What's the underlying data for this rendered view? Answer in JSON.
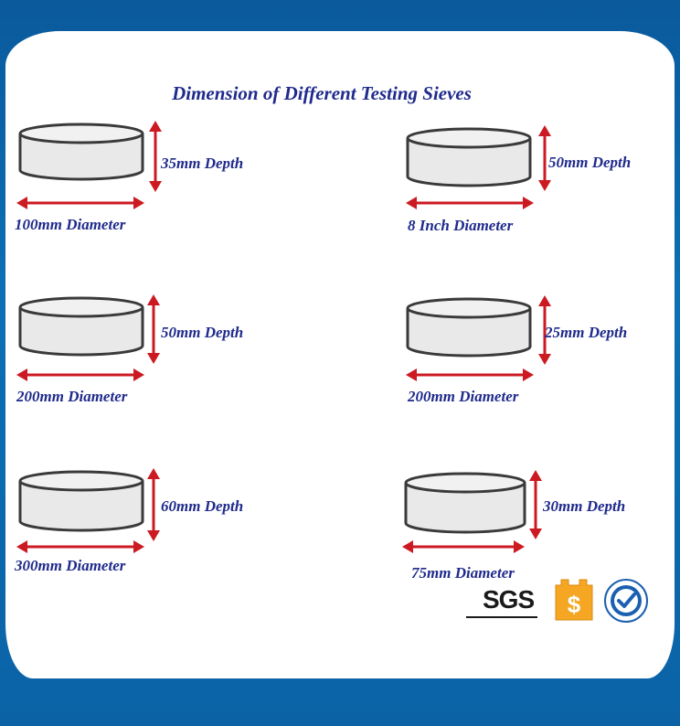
{
  "title": "Dimension of Different Testing Sieves",
  "sieves": [
    {
      "depth_label": "35mm Depth",
      "diameter_label": "100mm Diameter"
    },
    {
      "depth_label": "50mm Depth",
      "diameter_label": "8 Inch Diameter"
    },
    {
      "depth_label": "50mm Depth",
      "diameter_label": "200mm Diameter"
    },
    {
      "depth_label": "25mm Depth",
      "diameter_label": "200mm Diameter"
    },
    {
      "depth_label": "60mm Depth",
      "diameter_label": "300mm Diameter"
    },
    {
      "depth_label": "30mm Depth",
      "diameter_label": "75mm Diameter"
    }
  ],
  "logos": {
    "sgs_text": "SGS",
    "icons": [
      "sgs-logo-icon",
      "gold-badge-icon",
      "certification-seal-icon"
    ]
  },
  "colors": {
    "frame": "#0c6fb5",
    "label_text": "#1f2a8c",
    "arrow": "#cc1a22",
    "sieve_fill": "#e9e9ea",
    "sieve_stroke": "#3a3a3a"
  }
}
